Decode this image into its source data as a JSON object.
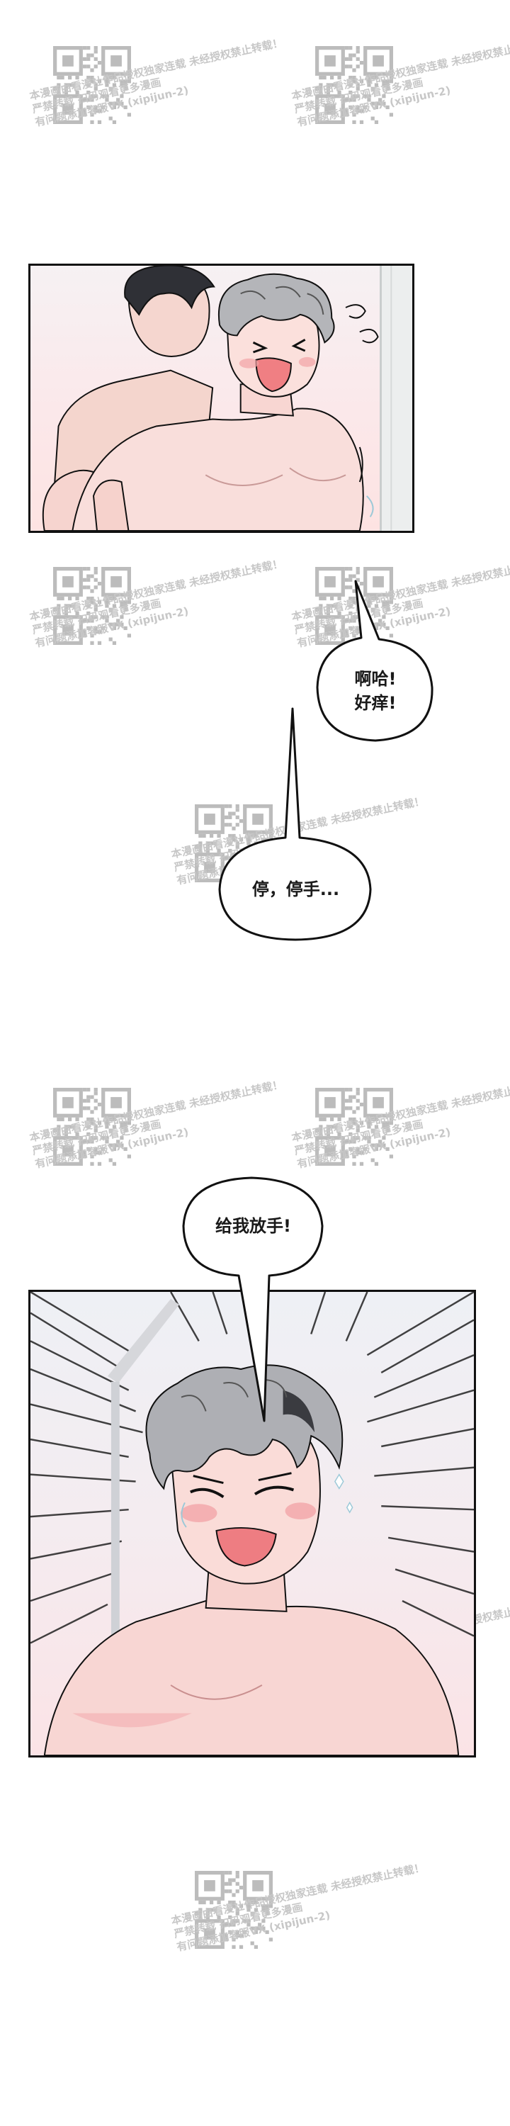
{
  "watermark": {
    "lines": [
      "本漫画由看漫社作品授权独家连载 未经授权禁止转载！",
      "严禁转载 扫码观看更多漫画",
      "有问题添加客服VX (xipijun-2)"
    ]
  },
  "bubbles": {
    "laugh": "啊哈!\n好痒!",
    "stop": "停，停手...",
    "let_go": "给我放手!"
  },
  "colors": {
    "ink": "#111111",
    "skin": "#f7d3cf",
    "hair_gray": "#a9aaae",
    "hair_dark": "#3a3b40",
    "blush": "#f2a2a5"
  }
}
